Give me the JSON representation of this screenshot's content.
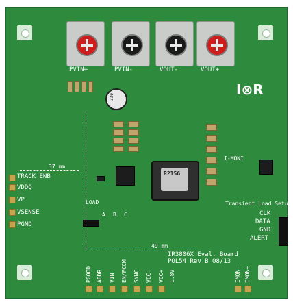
{
  "board": {
    "terminals": [
      "PVIN+",
      "PVIN-",
      "VOUT-",
      "VOUT+"
    ],
    "logo": "I⊗R",
    "capacitor_marking": "330",
    "inductor_marking": "R215G",
    "left_labels": [
      "TRACK_ENB",
      "VDDQ",
      "VP",
      "VSENSE",
      "PGND"
    ],
    "right_labels": [
      "CLK",
      "DATA",
      "GND",
      "ALERT"
    ],
    "bottom_labels": [
      "PGOOD",
      "ADDR",
      "VIN",
      "EN/FCCM",
      "SYNC",
      "VCC-",
      "VCC+",
      "1.8V"
    ],
    "bottom_right_labels": [
      "IMON-",
      "IMON+"
    ],
    "dimension_left": "37 mm",
    "dimension_bottom": "49 mm",
    "board_title": "IR3806X Eval. Board",
    "board_revision": "POL54 Rev.B 08/13",
    "transient_label": "Transient Load Setup",
    "imon_label": "I-MONI",
    "load_label": "LOAD",
    "header_labels": [
      "A",
      "B",
      "C"
    ]
  }
}
